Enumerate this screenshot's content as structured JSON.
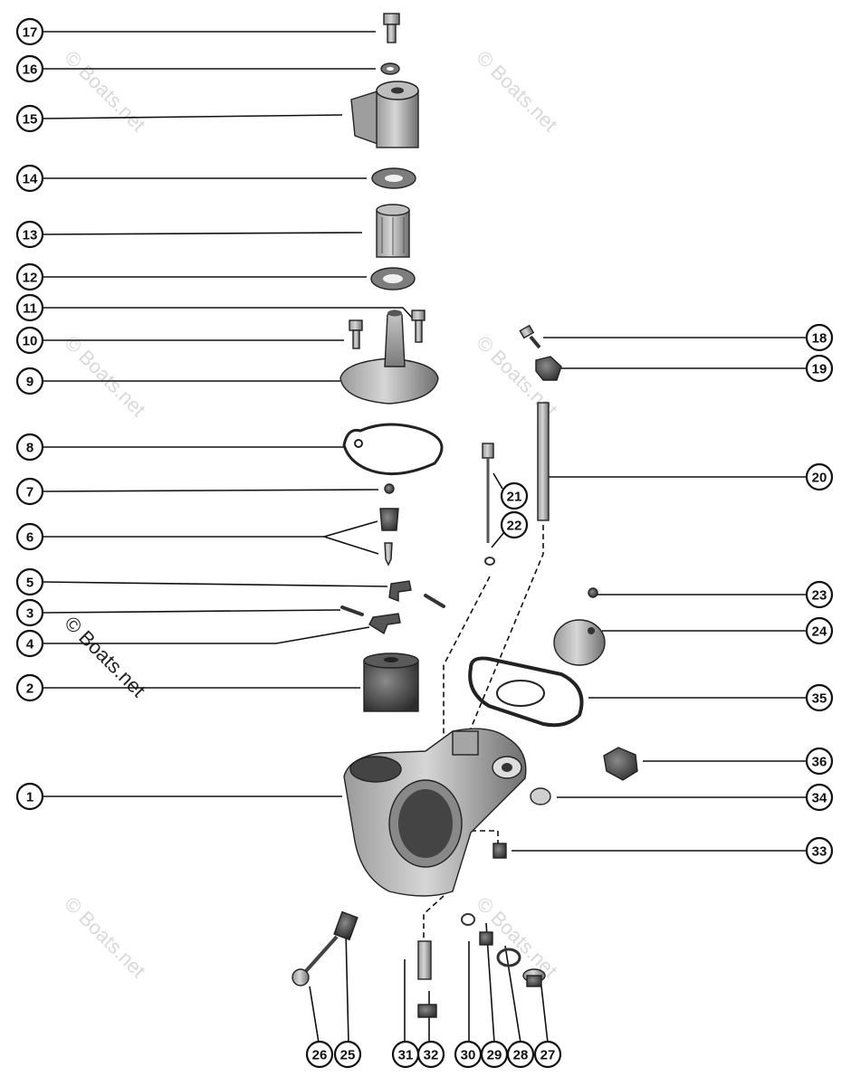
{
  "watermark_text": "© Boats.net",
  "callouts": [
    {
      "label": "17"
    },
    {
      "label": "16"
    },
    {
      "label": "15"
    },
    {
      "label": "14"
    },
    {
      "label": "13"
    },
    {
      "label": "12"
    },
    {
      "label": "11"
    },
    {
      "label": "10"
    },
    {
      "label": "9"
    },
    {
      "label": "8"
    },
    {
      "label": "7"
    },
    {
      "label": "6"
    },
    {
      "label": "5"
    },
    {
      "label": "3"
    },
    {
      "label": "4"
    },
    {
      "label": "2"
    },
    {
      "label": "1"
    },
    {
      "label": "18"
    },
    {
      "label": "19"
    },
    {
      "label": "20"
    },
    {
      "label": "21"
    },
    {
      "label": "22"
    },
    {
      "label": "23"
    },
    {
      "label": "24"
    },
    {
      "label": "35"
    },
    {
      "label": "36"
    },
    {
      "label": "34"
    },
    {
      "label": "33"
    },
    {
      "label": "26"
    },
    {
      "label": "25"
    },
    {
      "label": "31"
    },
    {
      "label": "32"
    },
    {
      "label": "30"
    },
    {
      "label": "29"
    },
    {
      "label": "28"
    },
    {
      "label": "27"
    }
  ]
}
